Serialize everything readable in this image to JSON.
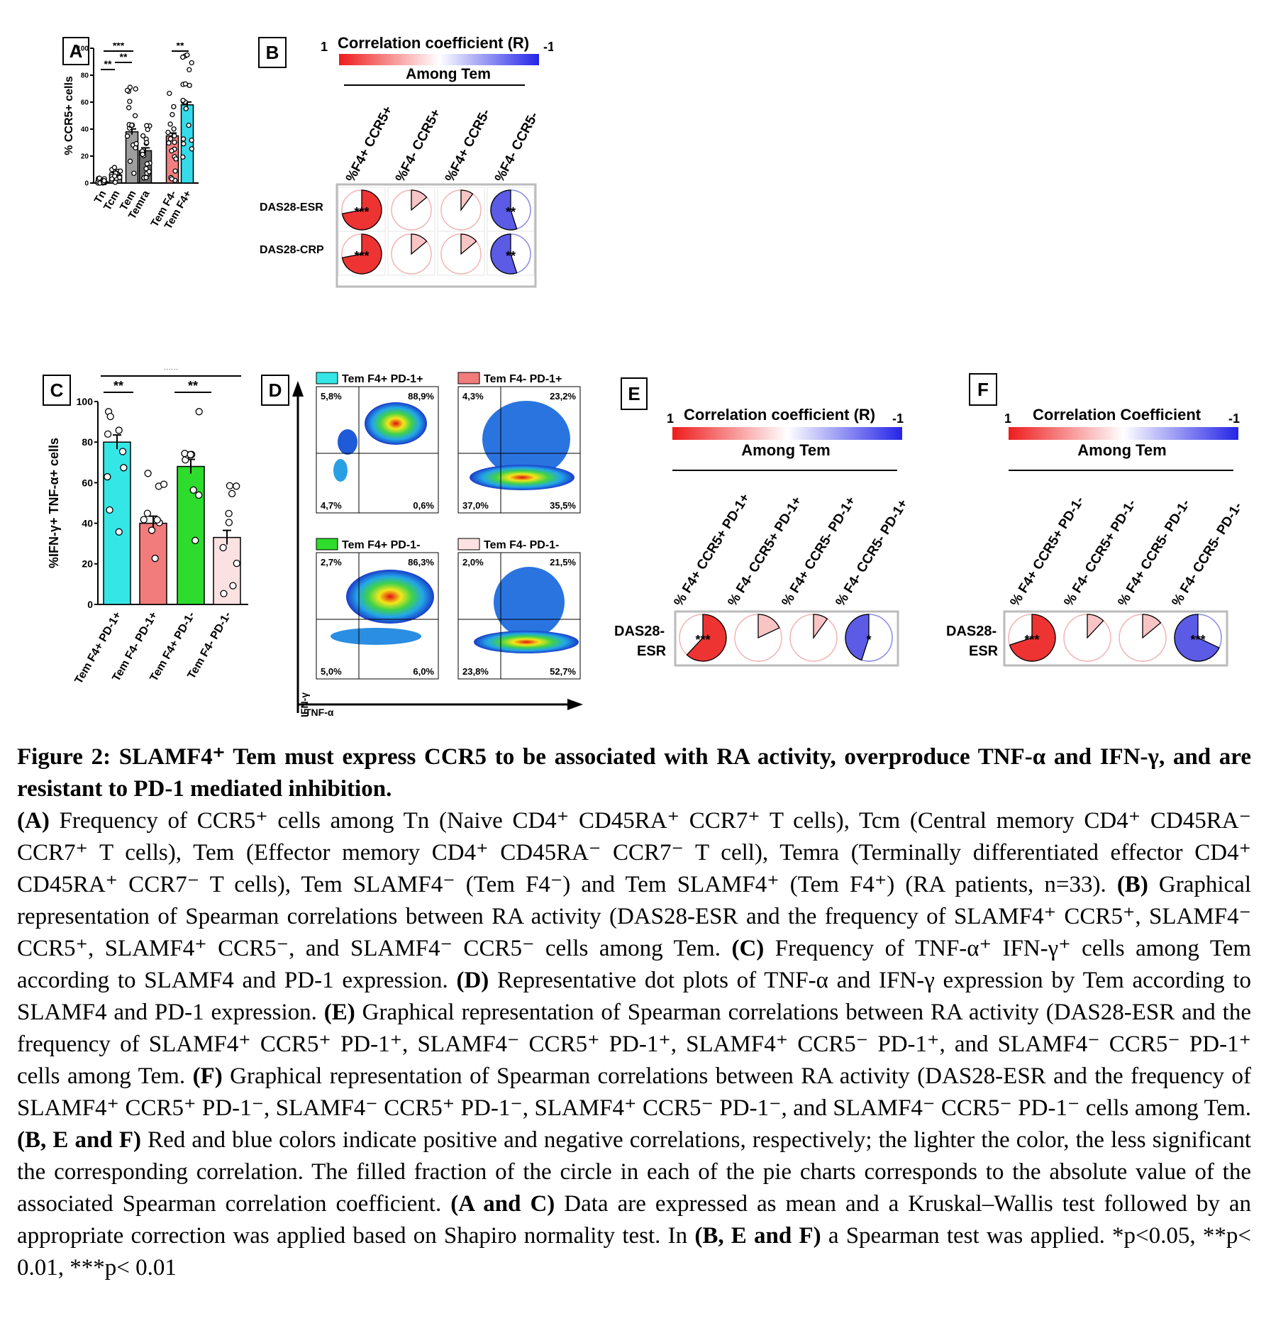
{
  "panels": {
    "A": {
      "label": "A",
      "ylabel": "% CCR5+ cells",
      "yticks": [
        "0",
        "20",
        "40",
        "60",
        "80",
        "100"
      ],
      "categories": [
        "Tn",
        "Tcm",
        "Tem",
        "Temra",
        "Tem F4-",
        "Tem F4+"
      ],
      "sig": [
        "**",
        "***",
        "**",
        "**"
      ]
    },
    "B": {
      "label": "B",
      "scale_left": "1",
      "scale_right": "-1",
      "scale_title": "Correlation coefficient (R)",
      "group": "Among Tem",
      "columns": [
        "%F4+ CCR5+",
        "%F4- CCR5+",
        "%F4+ CCR5-",
        "%F4- CCR5-"
      ],
      "rows": [
        "DAS28-ESR",
        "DAS28-CRP"
      ],
      "stars": [
        "***",
        "**",
        "***",
        "**"
      ]
    },
    "C": {
      "label": "C",
      "ylabel": "%IFN-γ+ TNF-α+ cells",
      "yticks": [
        "0",
        "20",
        "40",
        "60",
        "80",
        "100"
      ],
      "categories": [
        "Tem F4+ PD-1+",
        "Tem F4- PD-1+",
        "Tem F4+ PD-1-",
        "Tem F4- PD-1-"
      ],
      "sig": [
        "***",
        "**",
        "**"
      ]
    },
    "D": {
      "label": "D",
      "yaxis": "IFN-γ",
      "xaxis": "TNF-α",
      "plots": [
        {
          "title": "Tem F4+ PD-1+",
          "ul": "5,8%",
          "ur": "88,9%",
          "ll": "4,7%",
          "lr": "0,6%"
        },
        {
          "title": "Tem F4- PD-1+",
          "ul": "4,3%",
          "ur": "23,2%",
          "ll": "37,0%",
          "lr": "35,5%"
        },
        {
          "title": "Tem F4+ PD-1-",
          "ul": "2,7%",
          "ur": "86,3%",
          "ll": "5,0%",
          "lr": "6,0%"
        },
        {
          "title": "Tem F4- PD-1-",
          "ul": "2,0%",
          "ur": "21,5%",
          "ll": "23,8%",
          "lr": "52,7%"
        }
      ]
    },
    "E": {
      "label": "E",
      "scale_left": "1",
      "scale_right": "-1",
      "scale_title": "Correlation coefficient (R)",
      "group": "Among Tem",
      "columns": [
        "% F4+ CCR5+ PD-1+",
        "% F4- CCR5+ PD-1+",
        "% F4+ CCR5- PD-1+",
        "% F4- CCR5- PD-1+"
      ],
      "row1": "DAS28-",
      "row2": "ESR",
      "stars": [
        "***",
        "*"
      ]
    },
    "F": {
      "label": "F",
      "scale_left": "1",
      "scale_right": "-1",
      "scale_title": "Correlation Coefficient",
      "group": "Among Tem",
      "columns": [
        "% F4+ CCR5+ PD-1-",
        "% F4- CCR5+ PD-1-",
        "% F4+ CCR5- PD-1-",
        "% F4- CCR5- PD-1-"
      ],
      "row1": "DAS28-",
      "row2": "ESR",
      "stars": [
        "***",
        "***"
      ]
    }
  },
  "chart_data": [
    {
      "type": "bar",
      "panel": "A",
      "categories": [
        "Tn",
        "Tcm",
        "Tem",
        "Temra",
        "Tem F4-",
        "Tem F4+"
      ],
      "values": [
        1,
        6,
        38,
        24,
        35,
        58
      ],
      "ylabel": "% CCR5+ cells",
      "ylim": [
        0,
        100
      ],
      "colors": [
        "#9e9e9e",
        "#9e9e9e",
        "#9e9e9e",
        "#6d6d6d",
        "#f28080",
        "#35dbe8"
      ]
    },
    {
      "type": "bar",
      "panel": "C",
      "categories": [
        "Tem F4+ PD-1+",
        "Tem F4- PD-1+",
        "Tem F4+ PD-1-",
        "Tem F4- PD-1-"
      ],
      "values": [
        80,
        40,
        68,
        33
      ],
      "ylabel": "%IFN-γ+ TNF-α+ cells",
      "ylim": [
        0,
        100
      ],
      "colors": [
        "#35e6e6",
        "#f27b7b",
        "#2ddc2d",
        "#fbe1e1"
      ]
    },
    {
      "type": "pie",
      "panel": "B",
      "rows": [
        "DAS28-ESR",
        "DAS28-CRP"
      ],
      "columns": [
        "%F4+ CCR5+",
        "%F4- CCR5+",
        "%F4+ CCR5-",
        "%F4- CCR5-"
      ],
      "values": [
        [
          0.72,
          0.14,
          0.1,
          -0.55
        ],
        [
          0.72,
          0.14,
          0.14,
          -0.55
        ]
      ]
    },
    {
      "type": "pie",
      "panel": "E",
      "rows": [
        "DAS28-ESR"
      ],
      "columns": [
        "% F4+ CCR5+ PD-1+",
        "% F4- CCR5+ PD-1+",
        "% F4+ CCR5- PD-1+",
        "% F4- CCR5- PD-1+"
      ],
      "values": [
        [
          0.62,
          0.18,
          0.1,
          -0.45
        ]
      ]
    },
    {
      "type": "pie",
      "panel": "F",
      "rows": [
        "DAS28-ESR"
      ],
      "columns": [
        "% F4+ CCR5+ PD-1-",
        "% F4- CCR5+ PD-1-",
        "% F4+ CCR5- PD-1-",
        "% F4- CCR5- PD-1-"
      ],
      "values": [
        [
          0.7,
          0.12,
          0.14,
          -0.68
        ]
      ]
    }
  ],
  "caption": {
    "title": "Figure 2: SLAMF4⁺ Tem must express CCR5 to be associated with RA activity, overproduce TNF-α and IFN-γ, and are resistant to PD-1 mediated inhibition.",
    "segments": [
      {
        "b": "(A)",
        "t": " Frequency of CCR5⁺ cells among Tn (Naive CD4⁺ CD45RA⁺ CCR7⁺ T cells), Tcm (Central memory CD4⁺ CD45RA⁻ CCR7⁺ T cells), Tem (Effector memory CD4⁺ CD45RA⁻ CCR7⁻ T cell), Temra (Terminally differentiated effector CD4⁺ CD45RA⁺ CCR7⁻ T cells), Tem SLAMF4⁻ (Tem F4⁻) and Tem SLAMF4⁺ (Tem F4⁺) (RA patients, n=33). "
      },
      {
        "b": "(B)",
        "t": " Graphical representation of Spearman correlations between RA activity (DAS28-ESR and the frequency of SLAMF4⁺ CCR5⁺, SLAMF4⁻ CCR5⁺, SLAMF4⁺ CCR5⁻, and SLAMF4⁻ CCR5⁻ cells among Tem. "
      },
      {
        "b": "(C)",
        "t": " Frequency of TNF-α⁺ IFN-γ⁺ cells among Tem according to SLAMF4 and PD-1 expression. "
      },
      {
        "b": "(D)",
        "t": " Representative dot plots of TNF-α and IFN-γ expression by Tem according to SLAMF4 and PD-1 expression. "
      },
      {
        "b": "(E)",
        "t": " Graphical representation of Spearman correlations between RA activity (DAS28-ESR and the frequency of SLAMF4⁺ CCR5⁺ PD-1⁺, SLAMF4⁻ CCR5⁺ PD-1⁺, SLAMF4⁺ CCR5⁻ PD-1⁺, and SLAMF4⁻ CCR5⁻ PD-1⁺ cells among Tem. "
      },
      {
        "b": "(F)",
        "t": " Graphical representation of Spearman correlations between RA activity (DAS28-ESR and the frequency of SLAMF4⁺ CCR5⁺ PD-1⁻, SLAMF4⁻ CCR5⁺ PD-1⁻, SLAMF4⁺ CCR5⁻ PD-1⁻, and SLAMF4⁻ CCR5⁻ PD-1⁻ cells among Tem. "
      },
      {
        "b": "(B, E and F)",
        "t": " Red and blue colors indicate positive and negative correlations, respectively; the lighter the color, the less significant the corresponding correlation. The filled fraction of the circle in each of the pie charts corresponds to the absolute value of the associated Spearman correlation coefficient. "
      },
      {
        "b": "(A and C)",
        "t": " Data are expressed as mean and a Kruskal–Wallis test followed by an appropriate correction was applied based on Shapiro normality test. In "
      },
      {
        "b": "(B, E and F)",
        "t": " a Spearman test was applied. *p<0.05, **p< 0.01, ***p< 0.01"
      }
    ]
  }
}
